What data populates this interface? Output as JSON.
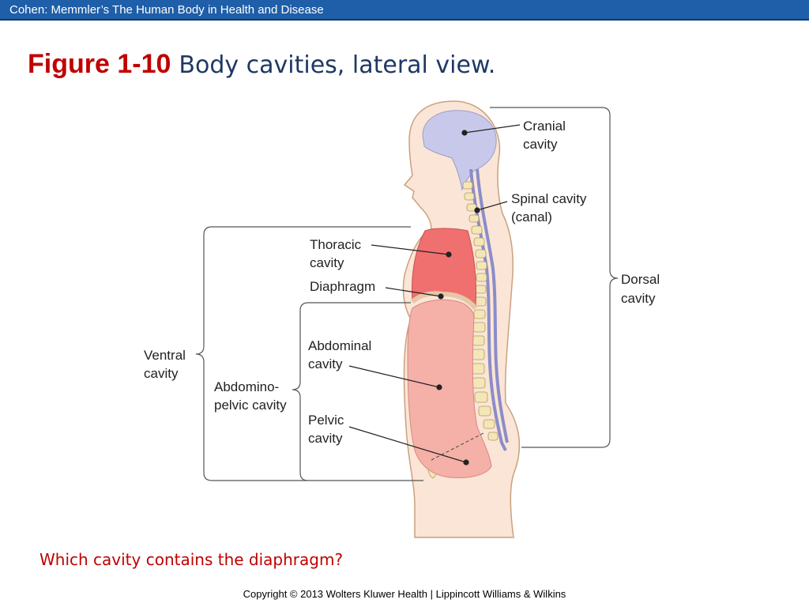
{
  "header": {
    "text": "Cohen: Memmler’s The Human Body in Health and Disease"
  },
  "title": {
    "figure_number": "Figure 1-10",
    "caption": "Body cavities, lateral view."
  },
  "labels": {
    "cranial": [
      "Cranial",
      "cavity"
    ],
    "spinal": [
      "Spinal cavity",
      "(canal)"
    ],
    "thoracic": [
      "Thoracic",
      "cavity"
    ],
    "diaphragm": "Diaphragm",
    "dorsal": [
      "Dorsal",
      "cavity"
    ],
    "abdominal": [
      "Abdominal",
      "cavity"
    ],
    "ventral": [
      "Ventral",
      "cavity"
    ],
    "abdominopelvic": [
      "Abdomino-",
      "pelvic cavity"
    ],
    "pelvic": [
      "Pelvic",
      "cavity"
    ]
  },
  "question": "Which cavity contains the diaphragm?",
  "copyright": "Copyright © 2013 Wolters Kluwer Health | Lippincott Williams & Wilkins",
  "colors": {
    "skin": "#fbe5d6",
    "outline": "#c8a27f",
    "cranial": "#c8c9ea",
    "thoracic": "#f07070",
    "abdominal": "#f5b0a8",
    "bone": "#f3e6b8"
  }
}
